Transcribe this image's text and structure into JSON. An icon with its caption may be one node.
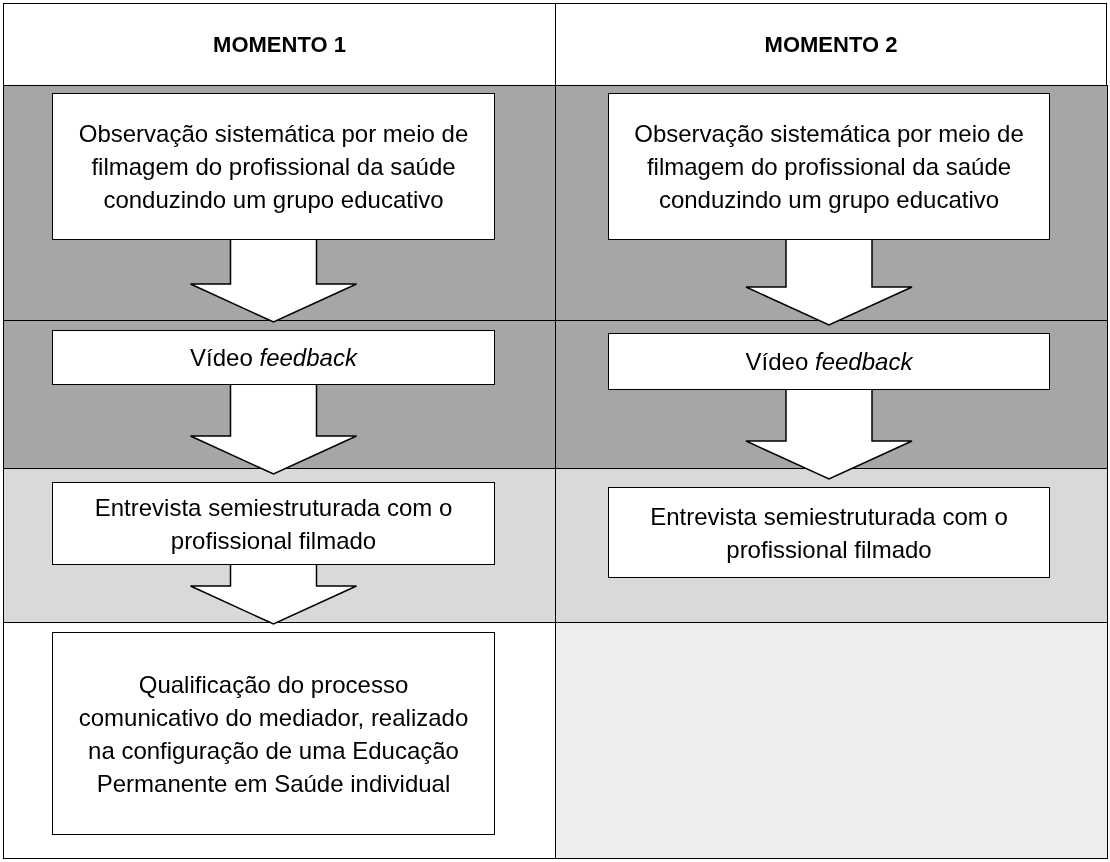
{
  "diagram": {
    "nodes": [
      {
        "text": [
          "MOMENTO 1"
        ]
      },
      {
        "text": [
          "MOMENTO 2"
        ]
      },
      {
        "text": [
          "Observação sistemática por meio de filmagem do profissional da saúde conduzindo um grupo educativo"
        ]
      },
      {
        "text": [
          "Vídeo *feedback*"
        ]
      },
      {
        "text": [
          "Entrevista semiestruturada com o profissional filmado"
        ]
      },
      {
        "text": [
          "Qualificação do processo comunicativo do mediador, realizado na configuração de uma Educação Permanente em Saúde individual"
        ]
      },
      {
        "text": [
          "Observação sistemática por meio de filmagem do profissional da saúde conduzindo um grupo educativo"
        ]
      },
      {
        "text": [
          "Vídeo *feedback*"
        ]
      },
      {
        "text": [
          "Entrevista semiestruturada com o profissional filmado"
        ]
      }
    ],
    "edges": [
      {
        "from": 2,
        "to": 3,
        "arrow": "to"
      },
      {
        "from": 3,
        "to": 4,
        "arrow": "to"
      },
      {
        "from": 4,
        "to": 5,
        "arrow": "to"
      },
      {
        "from": 6,
        "to": 7,
        "arrow": "to"
      },
      {
        "from": 7,
        "to": 8,
        "arrow": "to"
      }
    ]
  }
}
